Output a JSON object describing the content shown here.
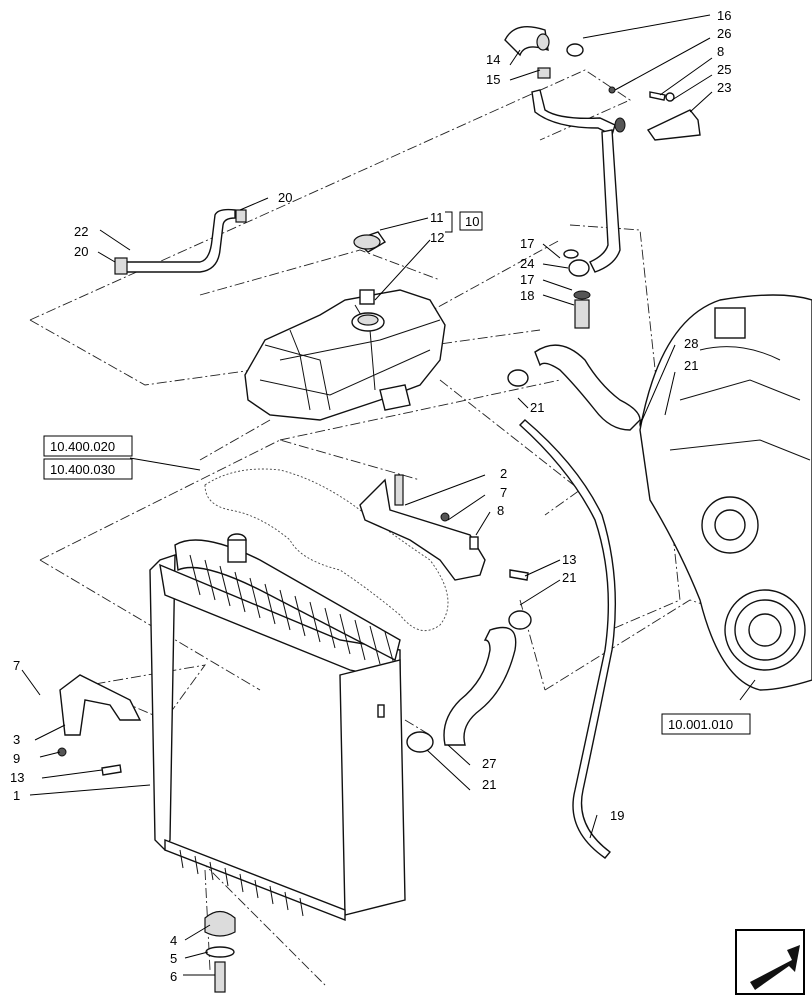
{
  "callouts": {
    "c16": "16",
    "c26": "26",
    "c8a": "8",
    "c25": "25",
    "c23": "23",
    "c14": "14",
    "c15": "15",
    "c20a": "20",
    "c22": "22",
    "c20b": "20",
    "c11": "11",
    "c12": "12",
    "c17a": "17",
    "c24": "24",
    "c17b": "17",
    "c18": "18",
    "c28": "28",
    "c21a": "21",
    "c21b": "21",
    "c2": "2",
    "c7a": "7",
    "c8b": "8",
    "c13a": "13",
    "c21c": "21",
    "c7b": "7",
    "c3": "3",
    "c9": "9",
    "c13b": "13",
    "c1": "1",
    "c27": "27",
    "c21d": "21",
    "c19": "19",
    "c4": "4",
    "c5": "5",
    "c6": "6"
  },
  "references": {
    "ref_10": "10",
    "ref_10_400_020": "10.400.020",
    "ref_10_400_030": "10.400.030",
    "ref_10_001_010": "10.001.010"
  },
  "icons": {
    "navigation": "arrow-icon"
  }
}
